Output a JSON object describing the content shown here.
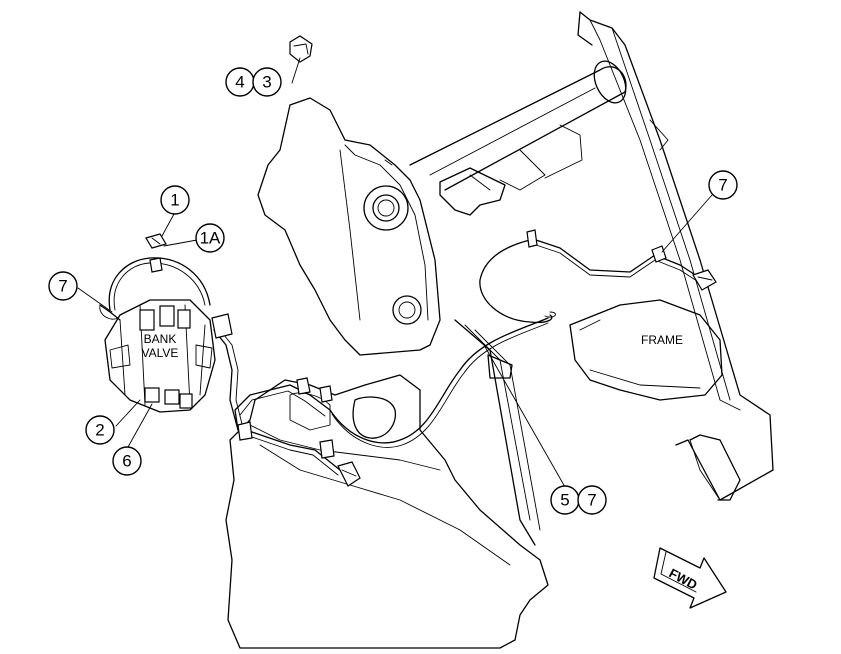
{
  "labels": {
    "bank_valve_line1": "BANK",
    "bank_valve_line2": "VALVE",
    "frame": "FRAME",
    "fwd": "FWD"
  },
  "callouts": {
    "c1": "1",
    "c1a": "1A",
    "c2": "2",
    "c3": "3",
    "c4": "4",
    "c5": "5",
    "c6": "6",
    "c7_left": "7",
    "c7_right": "7",
    "c7_bottom": "7"
  }
}
